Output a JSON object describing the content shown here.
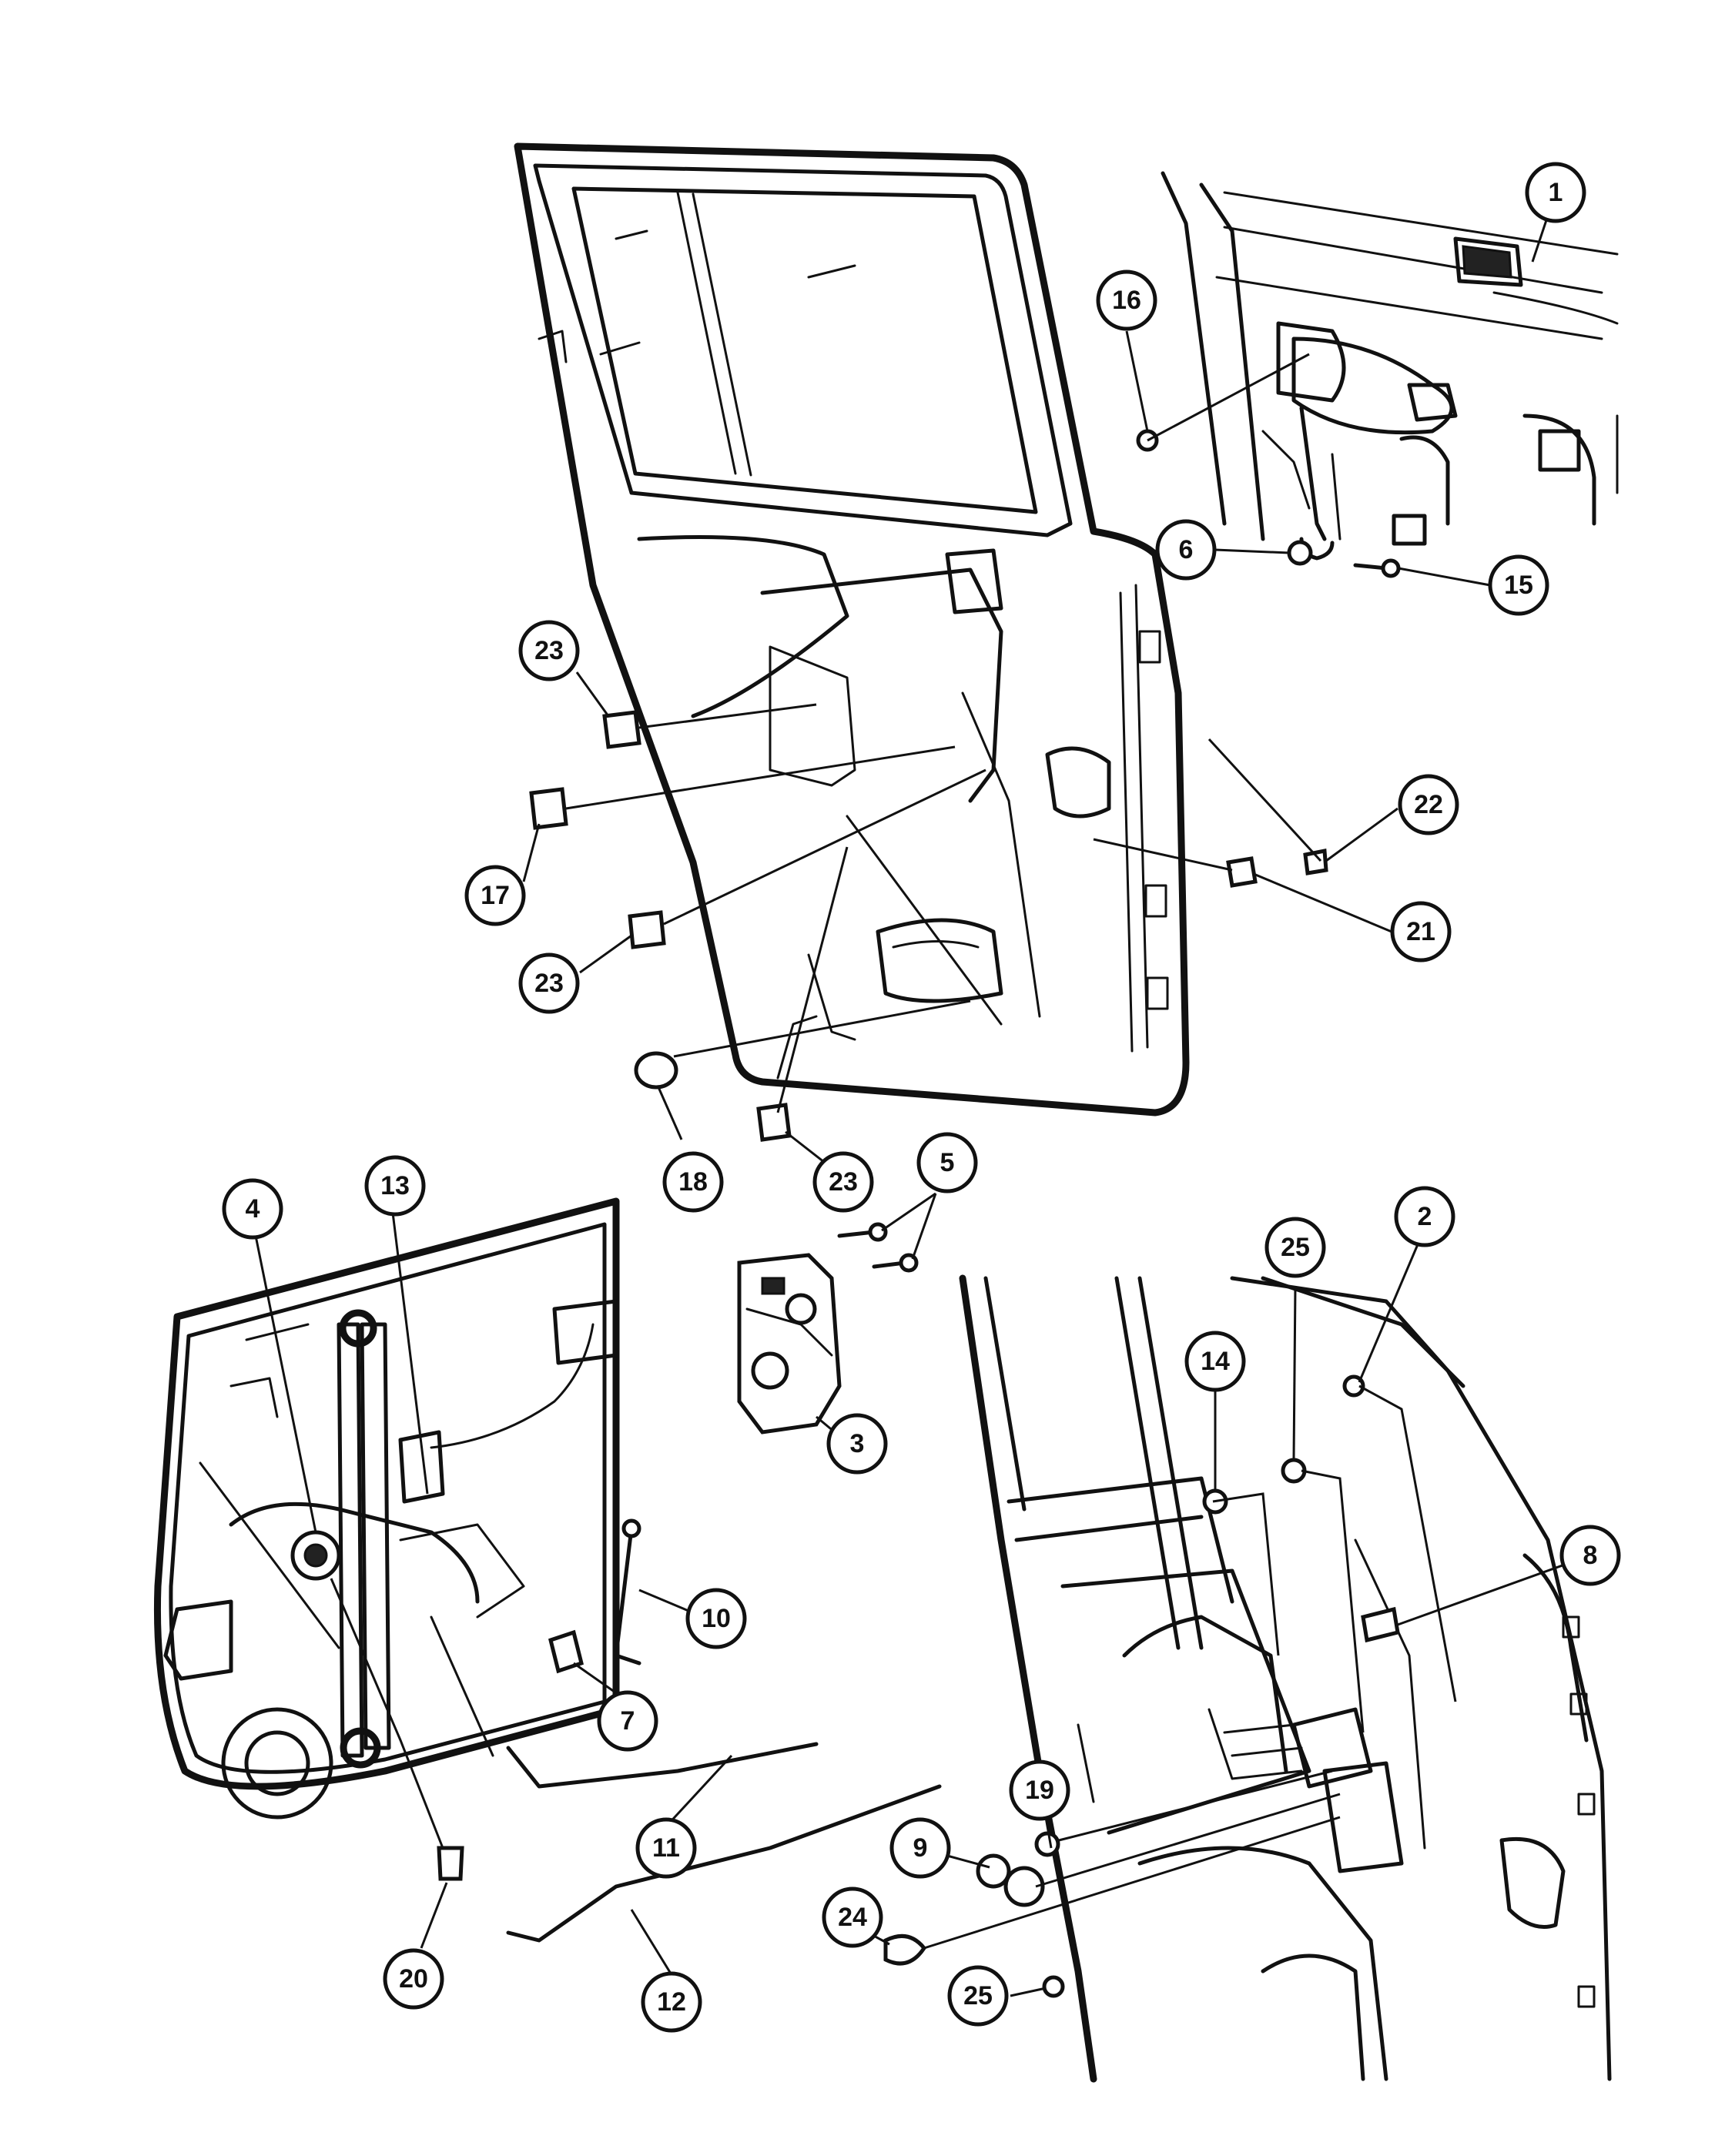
{
  "diagram": {
    "callouts": [
      {
        "id": "c1",
        "label": "1"
      },
      {
        "id": "c16",
        "label": "16"
      },
      {
        "id": "c6",
        "label": "6"
      },
      {
        "id": "c15",
        "label": "15"
      },
      {
        "id": "c23a",
        "label": "23"
      },
      {
        "id": "c17",
        "label": "17"
      },
      {
        "id": "c23b",
        "label": "23"
      },
      {
        "id": "c22",
        "label": "22"
      },
      {
        "id": "c21",
        "label": "21"
      },
      {
        "id": "c18",
        "label": "18"
      },
      {
        "id": "c23c",
        "label": "23"
      },
      {
        "id": "c5",
        "label": "5"
      },
      {
        "id": "c13",
        "label": "13"
      },
      {
        "id": "c4",
        "label": "4"
      },
      {
        "id": "c3",
        "label": "3"
      },
      {
        "id": "c2",
        "label": "2"
      },
      {
        "id": "c25a",
        "label": "25"
      },
      {
        "id": "c14",
        "label": "14"
      },
      {
        "id": "c8",
        "label": "8"
      },
      {
        "id": "c10",
        "label": "10"
      },
      {
        "id": "c7",
        "label": "7"
      },
      {
        "id": "c11",
        "label": "11"
      },
      {
        "id": "c19",
        "label": "19"
      },
      {
        "id": "c9",
        "label": "9"
      },
      {
        "id": "c24",
        "label": "24"
      },
      {
        "id": "c20",
        "label": "20"
      },
      {
        "id": "c12",
        "label": "12"
      },
      {
        "id": "c25b",
        "label": "25"
      }
    ]
  }
}
